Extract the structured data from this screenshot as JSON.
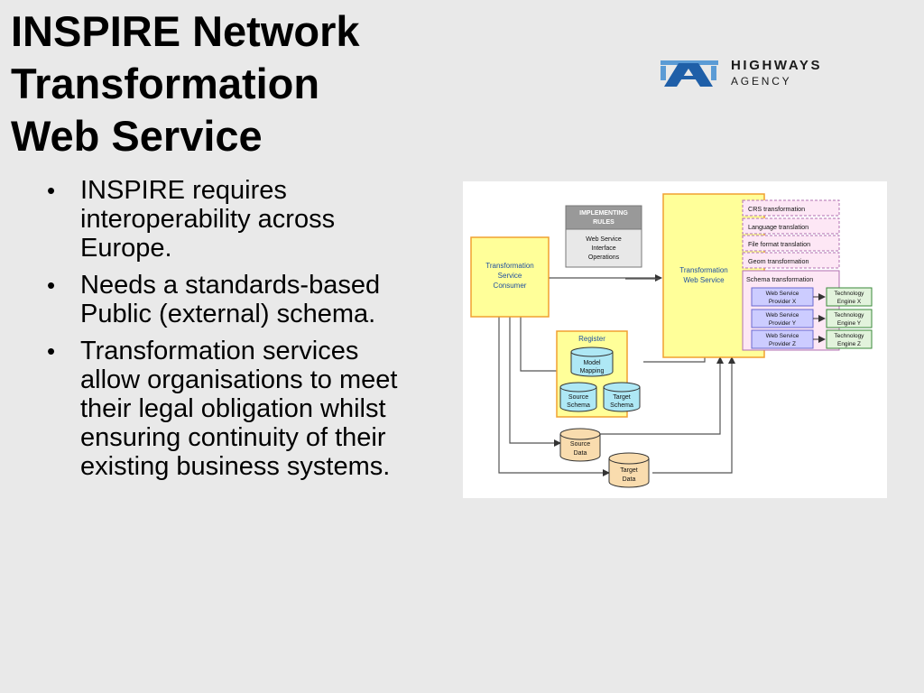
{
  "title": {
    "line1": "INSPIRE Network Transformation",
    "line2": "Web Service"
  },
  "logo": {
    "name": "HIGHWAYS",
    "sub": "AGENCY",
    "colors": {
      "blue": "#1f5fa8",
      "light_blue": "#5b9bd5"
    }
  },
  "bullets": [
    "INSPIRE requires interoperability across Europe.",
    "Needs a standards-based Public (external) schema.",
    "Transformation services allow organisations to meet their legal obligation whilst ensuring continuity of their existing business systems."
  ],
  "diagram": {
    "implementing_rules": [
      "IMPLEMENTING",
      "RULES"
    ],
    "interface_ops": [
      "Web Service",
      "Interface",
      "Operations"
    ],
    "consumer": [
      "Transformation",
      "Service",
      "Consumer"
    ],
    "web_service": [
      "Transformation",
      "Web Service"
    ],
    "transformations": [
      "CRS transformation",
      "Language translation",
      "File format translation",
      "Geom transformation"
    ],
    "schema_transformation": "Schema transformation",
    "providers": [
      {
        "provider": [
          "Web Service",
          "Provider X"
        ],
        "engine": [
          "Technology",
          "Engine X"
        ]
      },
      {
        "provider": [
          "Web Service",
          "Provider Y"
        ],
        "engine": [
          "Technology",
          "Engine Y"
        ]
      },
      {
        "provider": [
          "Web Service",
          "Provider Z"
        ],
        "engine": [
          "Technology",
          "Engine Z"
        ]
      }
    ],
    "register": "Register",
    "model_mapping": [
      "Model",
      "Mapping"
    ],
    "source_schema": [
      "Source",
      "Schema"
    ],
    "target_schema": [
      "Target",
      "Schema"
    ],
    "source_data": [
      "Source",
      "Data"
    ],
    "target_data": [
      "Target",
      "Data"
    ],
    "colors": {
      "yellow": "#ffff99",
      "orange_border": "#f0a030",
      "pink": "#fde7f5",
      "lavender": "#ccccff",
      "green": "#e2f3dc",
      "cyan": "#aee8f5",
      "cylinder": "#f9dcae",
      "grey_header": "#999999"
    }
  }
}
